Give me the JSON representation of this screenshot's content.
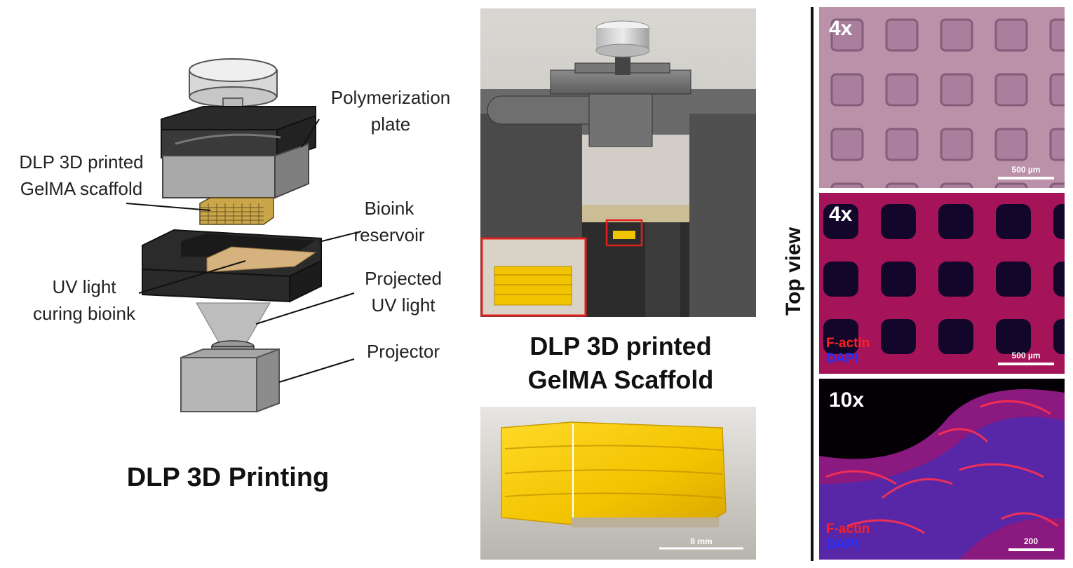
{
  "left_panel": {
    "title": "DLP 3D Printing",
    "labels": {
      "polymerization_plate": [
        "Polymerization",
        "plate"
      ],
      "gelma_scaffold": [
        "DLP 3D printed",
        "GelMA scaffold"
      ],
      "bioink_reservoir": [
        "Bioink",
        "reservoir"
      ],
      "uv_light_curing": [
        "UV light",
        "curing bioink"
      ],
      "projected_uv_light": [
        "Projected",
        "UV light"
      ],
      "projector": "Projector"
    }
  },
  "middle_panel": {
    "title_lines": [
      "DLP 3D printed",
      "GelMA Scaffold"
    ],
    "scale_bar": "8 mm"
  },
  "right_panel": {
    "side_label": "Top view",
    "images": [
      {
        "magnification": "4x",
        "scale_bar": "500 µm",
        "stains": []
      },
      {
        "magnification": "4x",
        "scale_bar": "500 µm",
        "stains": [
          "F-actin",
          "DAPI"
        ]
      },
      {
        "magnification": "10x",
        "scale_bar": "200",
        "stains": [
          "F-actin",
          "DAPI"
        ]
      }
    ]
  },
  "colors": {
    "gelma_yellow": "#f2c400",
    "factin_red": "#ff2020",
    "dapi_blue": "#2030ff",
    "highlight_red": "#e0201c"
  }
}
